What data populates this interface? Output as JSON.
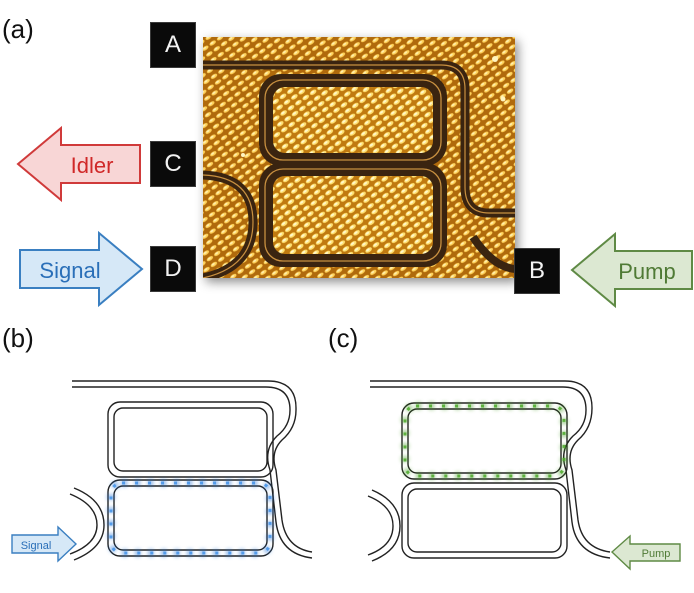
{
  "panels": {
    "a": "(a)",
    "b": "(b)",
    "c": "(c)"
  },
  "ports": {
    "A": "A",
    "B": "B",
    "C": "C",
    "D": "D"
  },
  "arrows": {
    "idler": "Idler",
    "signal": "Signal",
    "pump": "Pump",
    "signal_small": "Signal",
    "pump_small": "Pump"
  },
  "colors": {
    "idler_fill": "#f8d6d6",
    "idler_stroke": "#d03a3a",
    "signal_fill": "#d6e8f7",
    "signal_stroke": "#3a7fc1",
    "pump_fill": "#dce8d2",
    "pump_stroke": "#5f8a45",
    "blue_mode": "#1f6fd6",
    "green_mode": "#3f9a1f"
  }
}
